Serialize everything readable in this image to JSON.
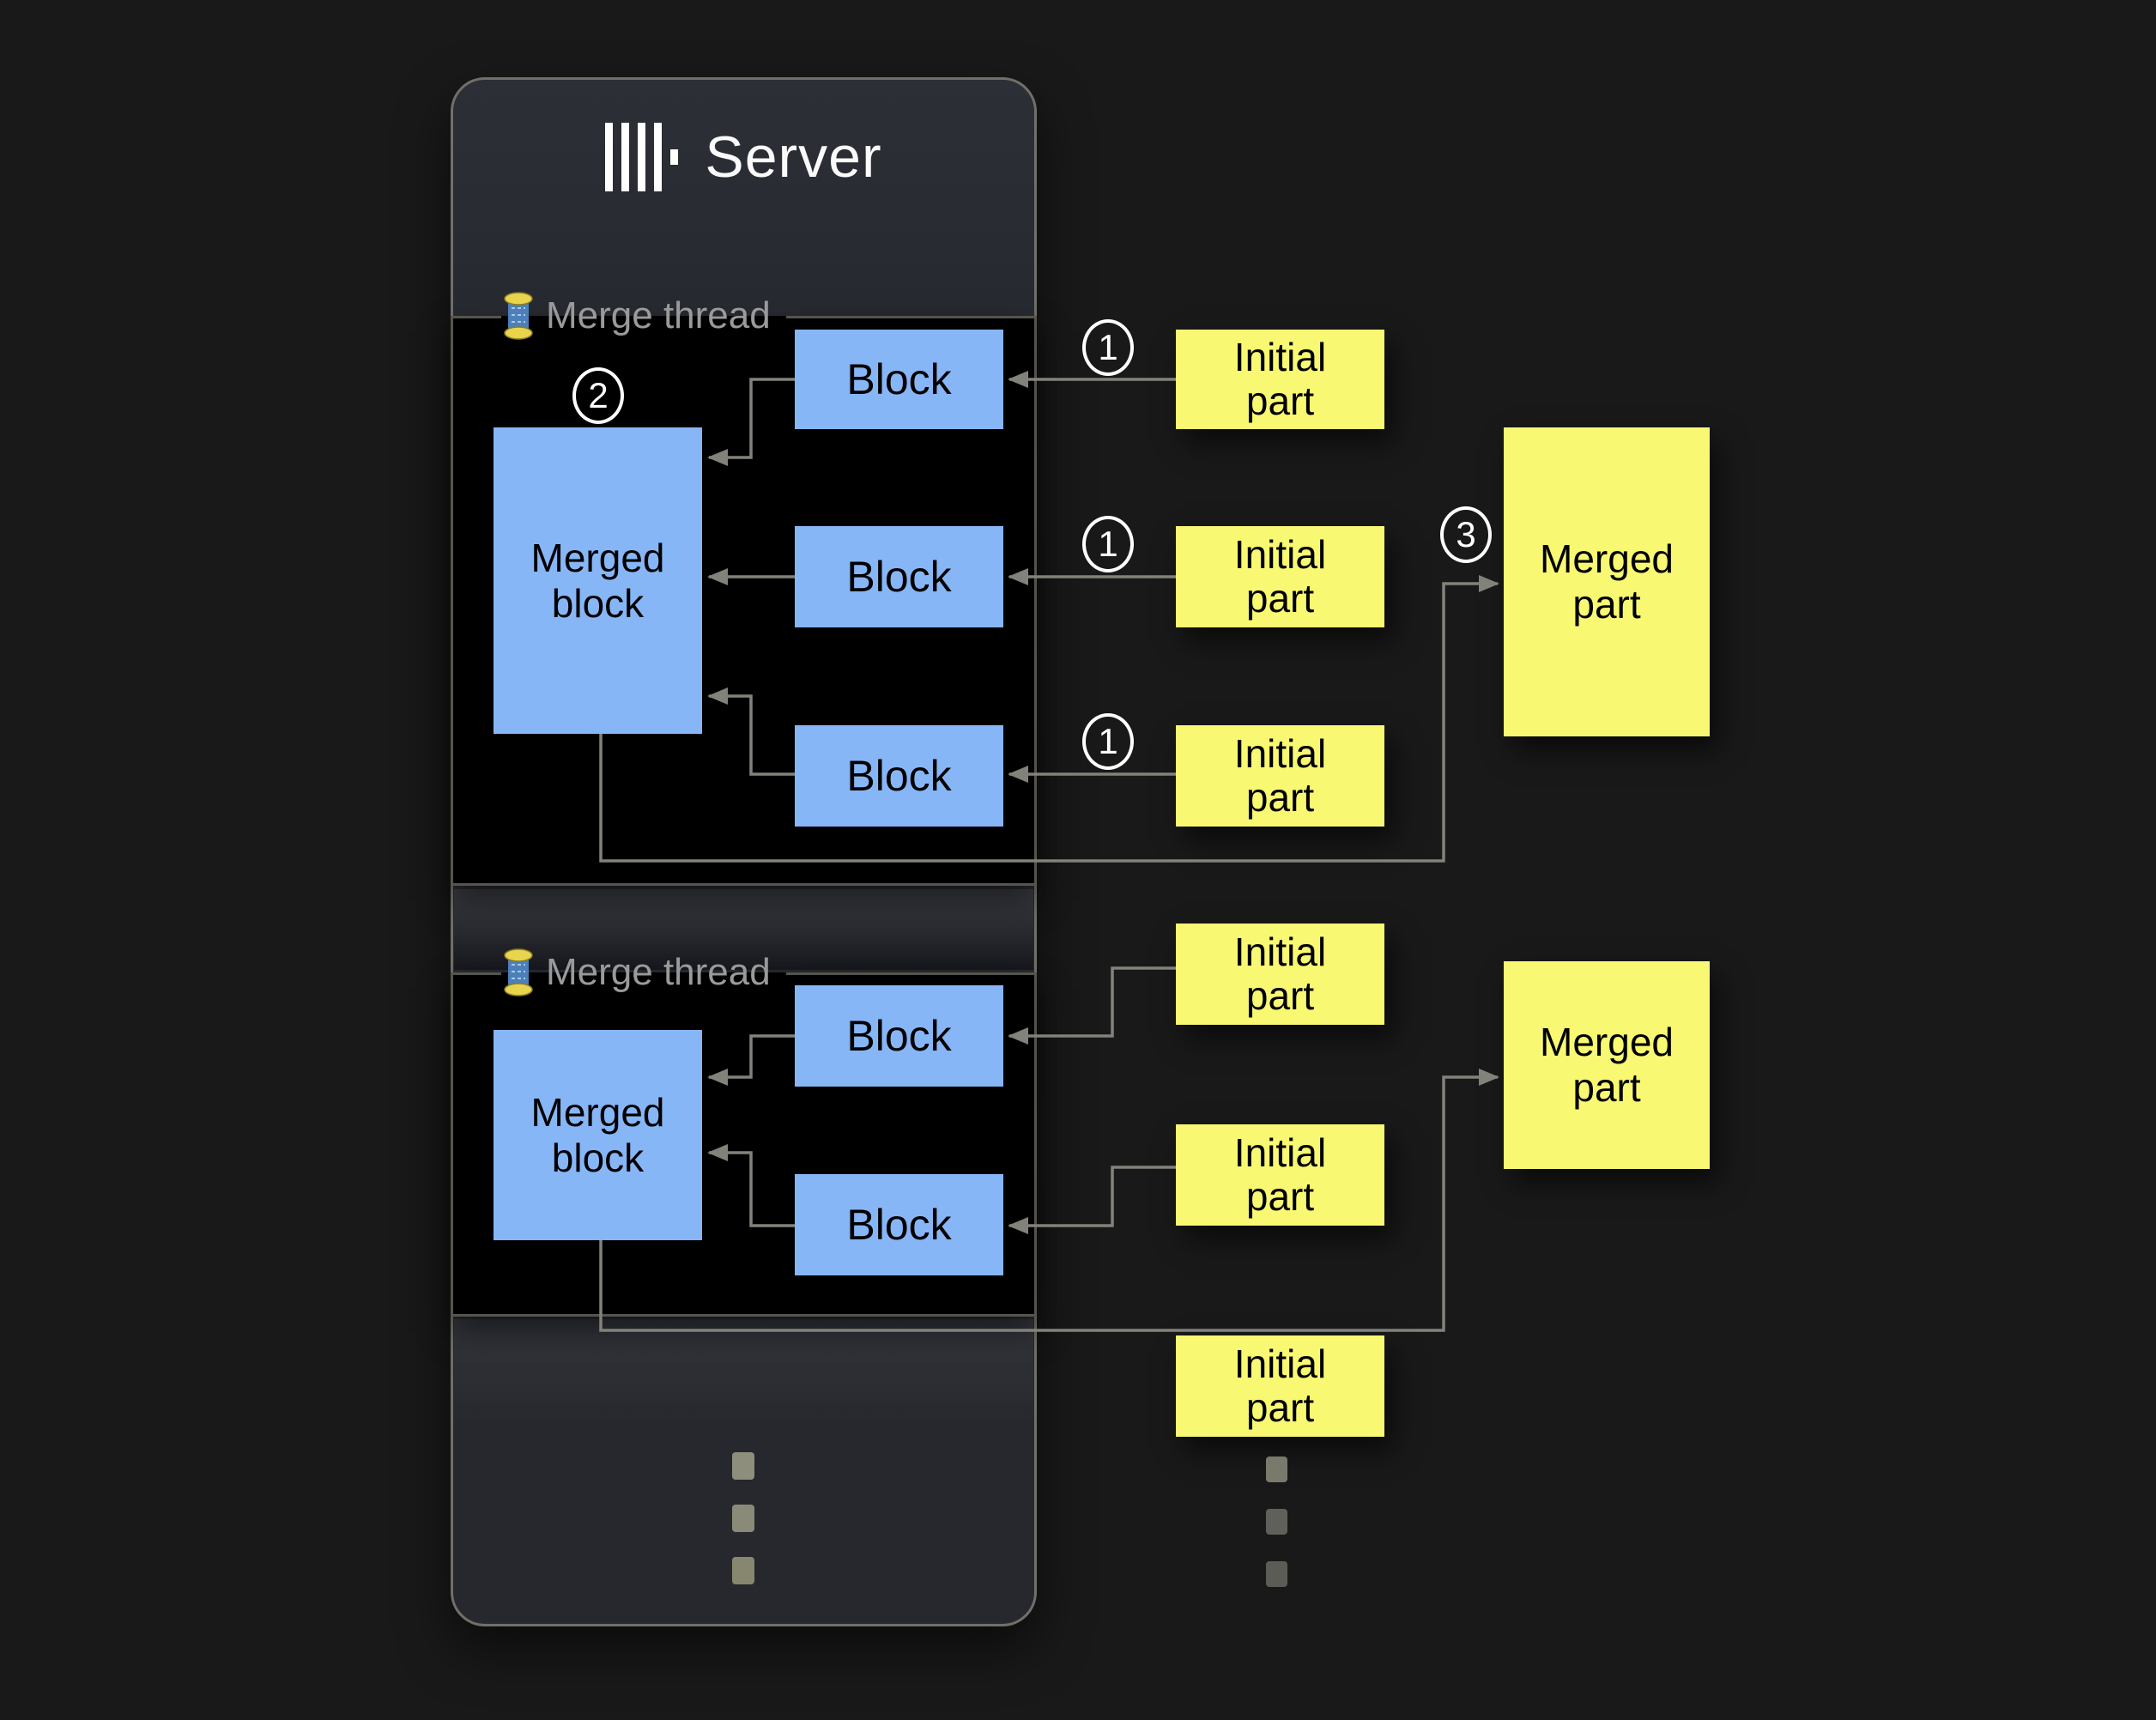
{
  "server": {
    "title": "Server",
    "threads": [
      {
        "label": "Merge thread",
        "step_badge": "2",
        "merged_block_label": "Merged block",
        "blocks": [
          "Block",
          "Block",
          "Block"
        ]
      },
      {
        "label": "Merge thread",
        "merged_block_label": "Merged block",
        "blocks": [
          "Block",
          "Block"
        ]
      }
    ]
  },
  "parts": {
    "group1": {
      "initial_parts": [
        "Initial part",
        "Initial part",
        "Initial part"
      ],
      "initial_part_badges": [
        "1",
        "1",
        "1"
      ],
      "merged_part_label": "Merged part",
      "merged_part_badge": "3"
    },
    "group2": {
      "initial_parts": [
        "Initial part",
        "Initial part",
        "Initial part"
      ],
      "merged_part_label": "Merged part"
    }
  },
  "icons": {
    "logo": "clickhouse-logo",
    "thread": "thread-spool-icon"
  },
  "colors": {
    "block_blue": "#87b6f6",
    "part_yellow": "#f8f873",
    "connector_grey": "#82827a",
    "server_bg": "#282a31",
    "thread_box_bg": "#000000",
    "muted_label": "#9a9a9a"
  }
}
